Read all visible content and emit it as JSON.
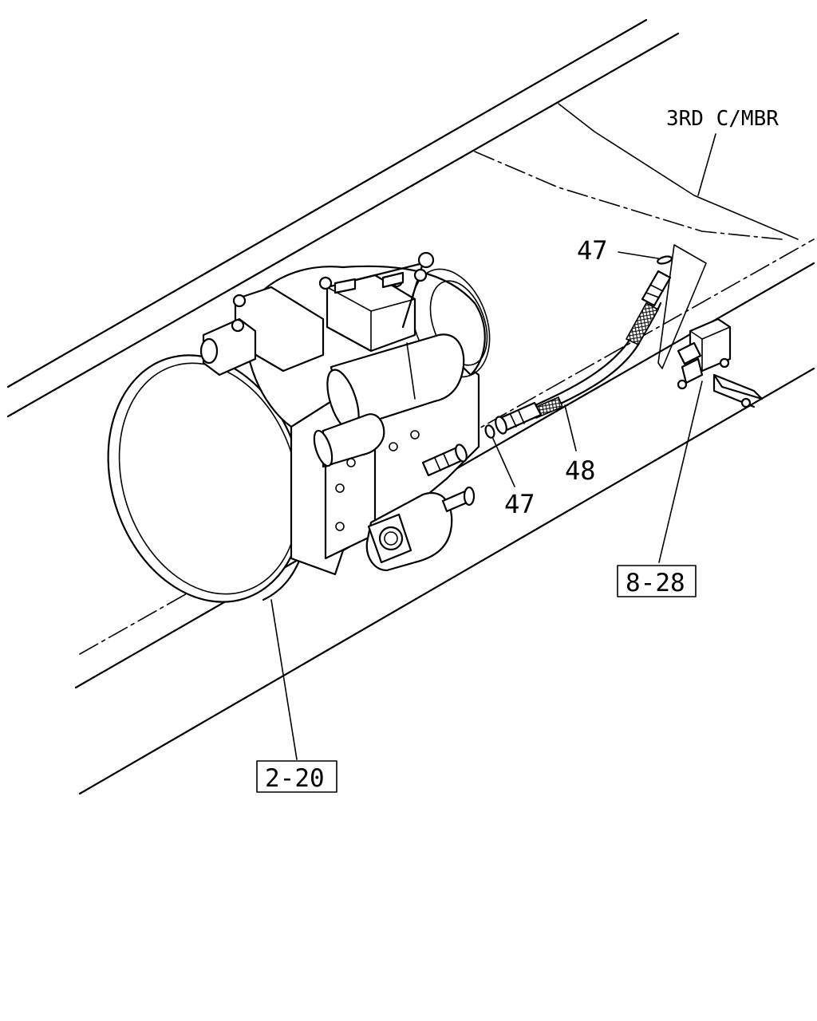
{
  "callouts": {
    "member_label": "3RD C/MBR",
    "part_47_upper": "47",
    "part_47_lower": "47",
    "part_48": "48"
  },
  "references": {
    "ref_8_28": "8-28",
    "ref_2_20": "2-20"
  }
}
